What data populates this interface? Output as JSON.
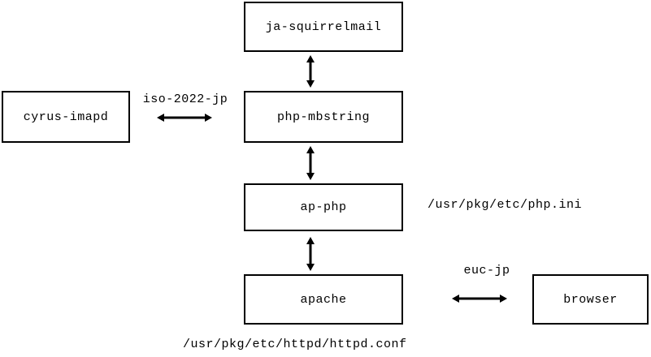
{
  "diagram": {
    "title_caption": "/usr/pkg/etc/httpd/httpd.conf",
    "nodes": {
      "squirrelmail": "ja-squirrelmail",
      "php_mbstring": "php-mbstring",
      "ap_php": "ap-php",
      "apache": "apache",
      "cyrus_imapd": "cyrus-imapd",
      "browser": "browser"
    },
    "edge_labels": {
      "imap_encoding": "iso-2022-jp",
      "browser_encoding": "euc-jp"
    },
    "annotations": {
      "php_ini_path": "/usr/pkg/etc/php.ini",
      "httpd_conf_path": "/usr/pkg/etc/httpd/httpd.conf"
    },
    "colors": {
      "stroke": "#000000",
      "fill": "#ffffff",
      "text": "#000000"
    }
  }
}
